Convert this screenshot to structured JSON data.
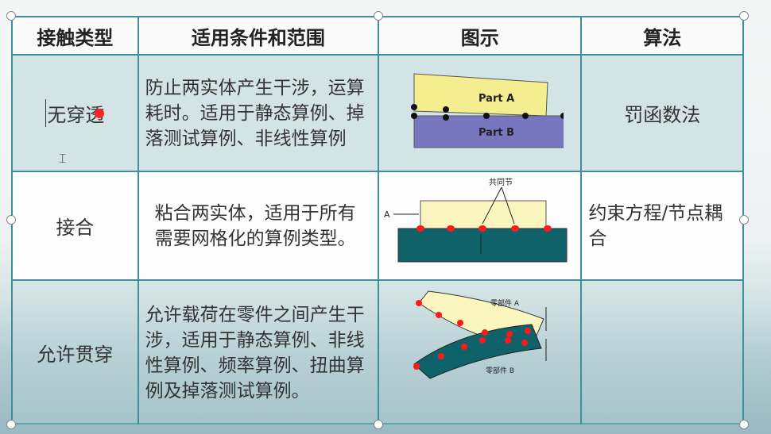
{
  "table": {
    "headers": [
      "接触类型",
      "适用条件和范围",
      "图示",
      "算法"
    ],
    "rows": [
      {
        "type": "无穿透",
        "condition": "防止两实体产生干涉，运算耗时。适用于静态算例、掉落测试算例、非线性算例",
        "algorithm": "罚函数法",
        "diagram": {
          "part_a": "Part A",
          "part_b": "Part B"
        }
      },
      {
        "type": "接合",
        "condition": "粘合两实体，适用于所有需要网格化的算例类型。",
        "algorithm": "约束方程/节点耦合",
        "diagram": {
          "label_a": "A",
          "common_nodes": "共同节"
        }
      },
      {
        "type": "允许贯穿",
        "condition": "允许载荷在零件之间产生干涉，适用于静态算例、非线性算例、频率算例、扭曲算例及掉落测试算例。",
        "algorithm": "",
        "diagram": {
          "part_a": "零部件 A",
          "part_b": "零部件 B"
        }
      }
    ]
  },
  "colors": {
    "border": "#3d8f99",
    "row1_bg": "#d3e4e6",
    "node": "#ff1a1a",
    "teal": "#0f6269",
    "yellow": "#fbf6c0"
  }
}
